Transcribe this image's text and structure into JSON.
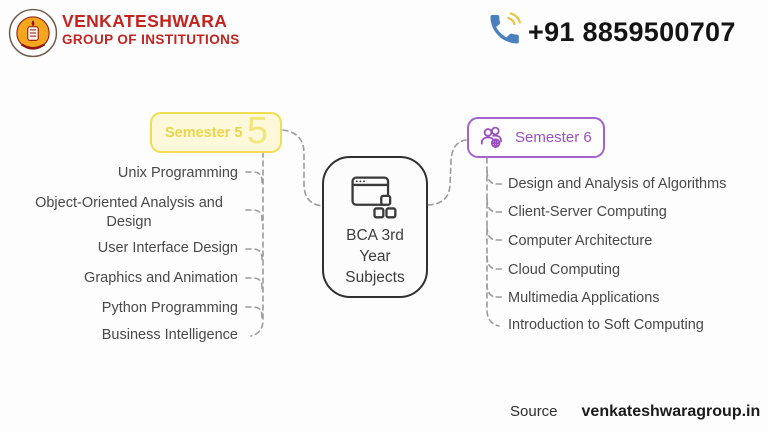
{
  "header": {
    "logo": "venkateshwara-seal",
    "org_name": "VENKATESHWARA",
    "org_subtitle": "GROUP OF INSTITUTIONS",
    "phone_number": "+91 8859500707"
  },
  "diagram": {
    "center_title": "BCA 3rd Year Subjects",
    "semester5": {
      "label": "Semester 5",
      "numeral": "5",
      "subjects": [
        "Unix Programming",
        "Object-Oriented Analysis and Design",
        "User Interface Design",
        "Graphics and Animation",
        "Python Programming",
        "Business Intelligence"
      ]
    },
    "semester6": {
      "label": "Semester 6",
      "subjects": [
        "Design and Analysis of Algorithms",
        "Client-Server Computing",
        "Computer Architecture",
        "Cloud Computing",
        "Multimedia Applications",
        "Introduction to Soft Computing"
      ]
    }
  },
  "footer": {
    "source_label": "Source",
    "source_value": "venkateshwaragroup.in"
  },
  "colors": {
    "brand_red": "#c3241f",
    "semester5_accent": "#efde52",
    "semester6_accent": "#a264c8",
    "connector_gray": "#9b9b9b",
    "phone_blue": "#4b80c0",
    "signal_yellow": "#e7c94b",
    "node_border_dark": "#303030",
    "subject_text": "#484848"
  }
}
